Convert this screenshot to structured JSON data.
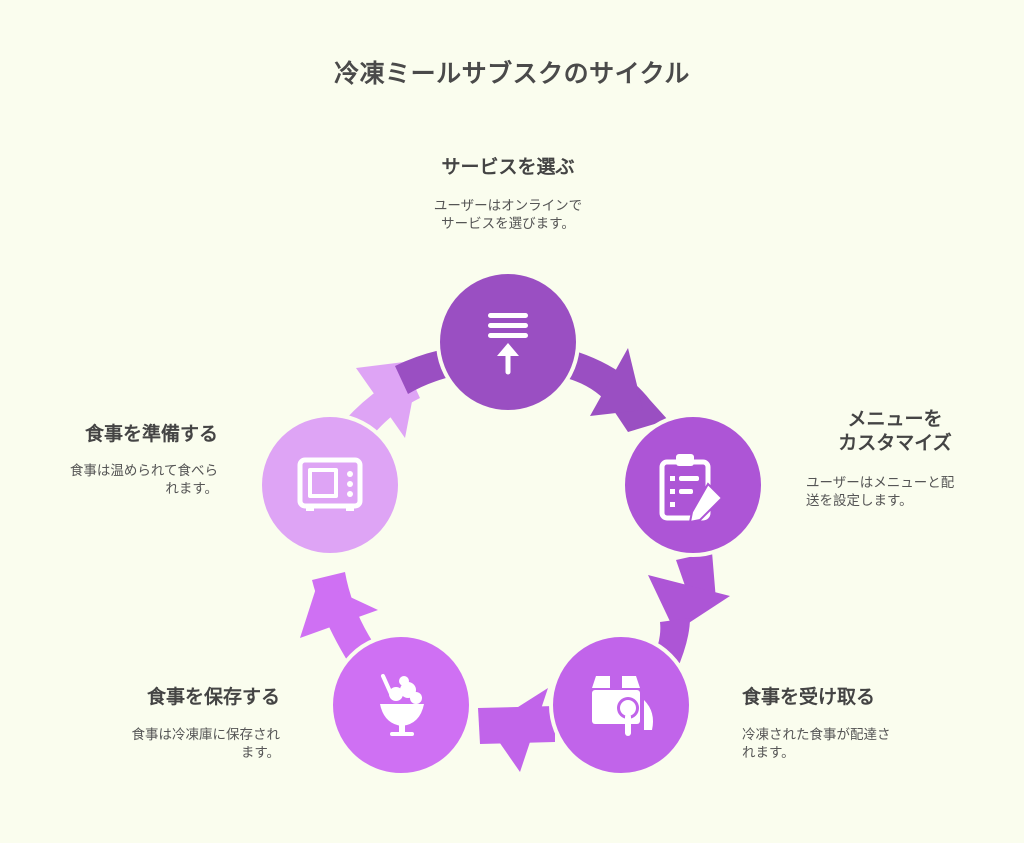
{
  "title": "冷凍ミールサブスクのサイクル",
  "colors": {
    "background": "#fafdee",
    "step1": "#9a4fc2",
    "step2": "#ad55d6",
    "step3": "#c164ea",
    "step4": "#cf70f3",
    "step5": "#dea4f5"
  },
  "steps": [
    {
      "label": "サービスを選ぶ",
      "desc_line1": "ユーザーはオンラインで",
      "desc_line2": "サービスを選びます。",
      "icon": "menu-upload-icon"
    },
    {
      "label_line1": "メニューを",
      "label_line2": "カスタマイズ",
      "desc_line1": "ユーザーはメニューと配",
      "desc_line2": "送を設定します。",
      "icon": "clipboard-edit-icon"
    },
    {
      "label": "食事を受け取る",
      "desc_line1": "冷凍された食事が配達さ",
      "desc_line2": "れます。",
      "icon": "food-delivery-box-icon"
    },
    {
      "label": "食事を保存する",
      "desc_line1": "食事は冷凍庫に保存され",
      "desc_line2": "ます。",
      "icon": "ice-cream-sundae-icon"
    },
    {
      "label": "食事を準備する",
      "desc_line1": "食事は温められて食べら",
      "desc_line2": "れます。",
      "icon": "microwave-icon"
    }
  ]
}
